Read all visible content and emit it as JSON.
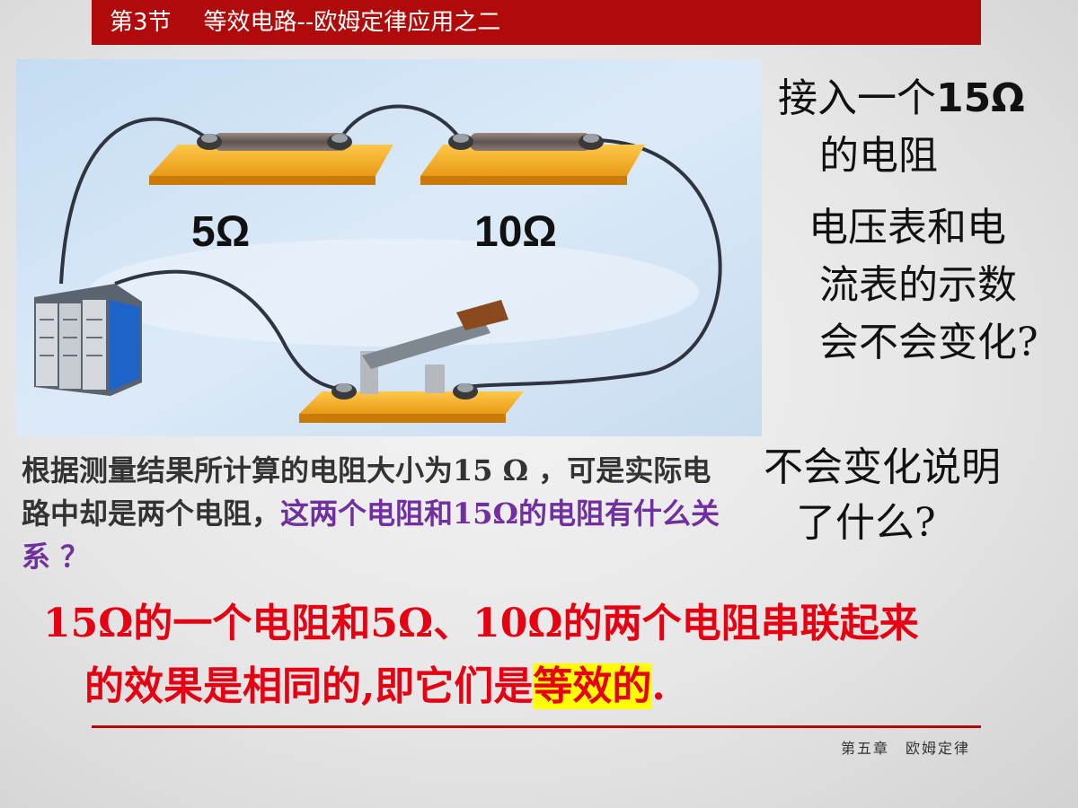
{
  "header": {
    "section": "第3节",
    "title": "等效电路--欧姆定律应用之二"
  },
  "circuit": {
    "resistor_left_label": "5Ω",
    "resistor_right_label": "10Ω"
  },
  "question_1": {
    "line1_prefix": "接入一个",
    "line1_value": "15Ω",
    "line2": "的电阻"
  },
  "question_2": {
    "line1": "电压表和电",
    "line2": "流表的示数",
    "line3": "会不会变化?"
  },
  "question_3": {
    "line1": "不会变化说明",
    "line2": "了什么?"
  },
  "paragraph": {
    "part1": "根据测量结果所计算的电阻大小为15 Ω ，可是实际电路中却是两个电阻，",
    "part2_purple": "这两个电阻和15Ω的电阻有什么关系 ？"
  },
  "conclusion": {
    "line1": "15Ω的一个电阻和5Ω、10Ω的两个电阻串联起来",
    "line2_prefix": "的效果是相同的,即它们是",
    "line2_highlight": "等效的",
    "line2_suffix": "."
  },
  "footer": {
    "chapter": "第五章",
    "topic": "欧姆定律"
  },
  "colors": {
    "title_bar": "#b00a0a",
    "conclusion_red": "#e60012",
    "highlight_yellow": "#ffff00",
    "purple_text": "#7030a0"
  }
}
